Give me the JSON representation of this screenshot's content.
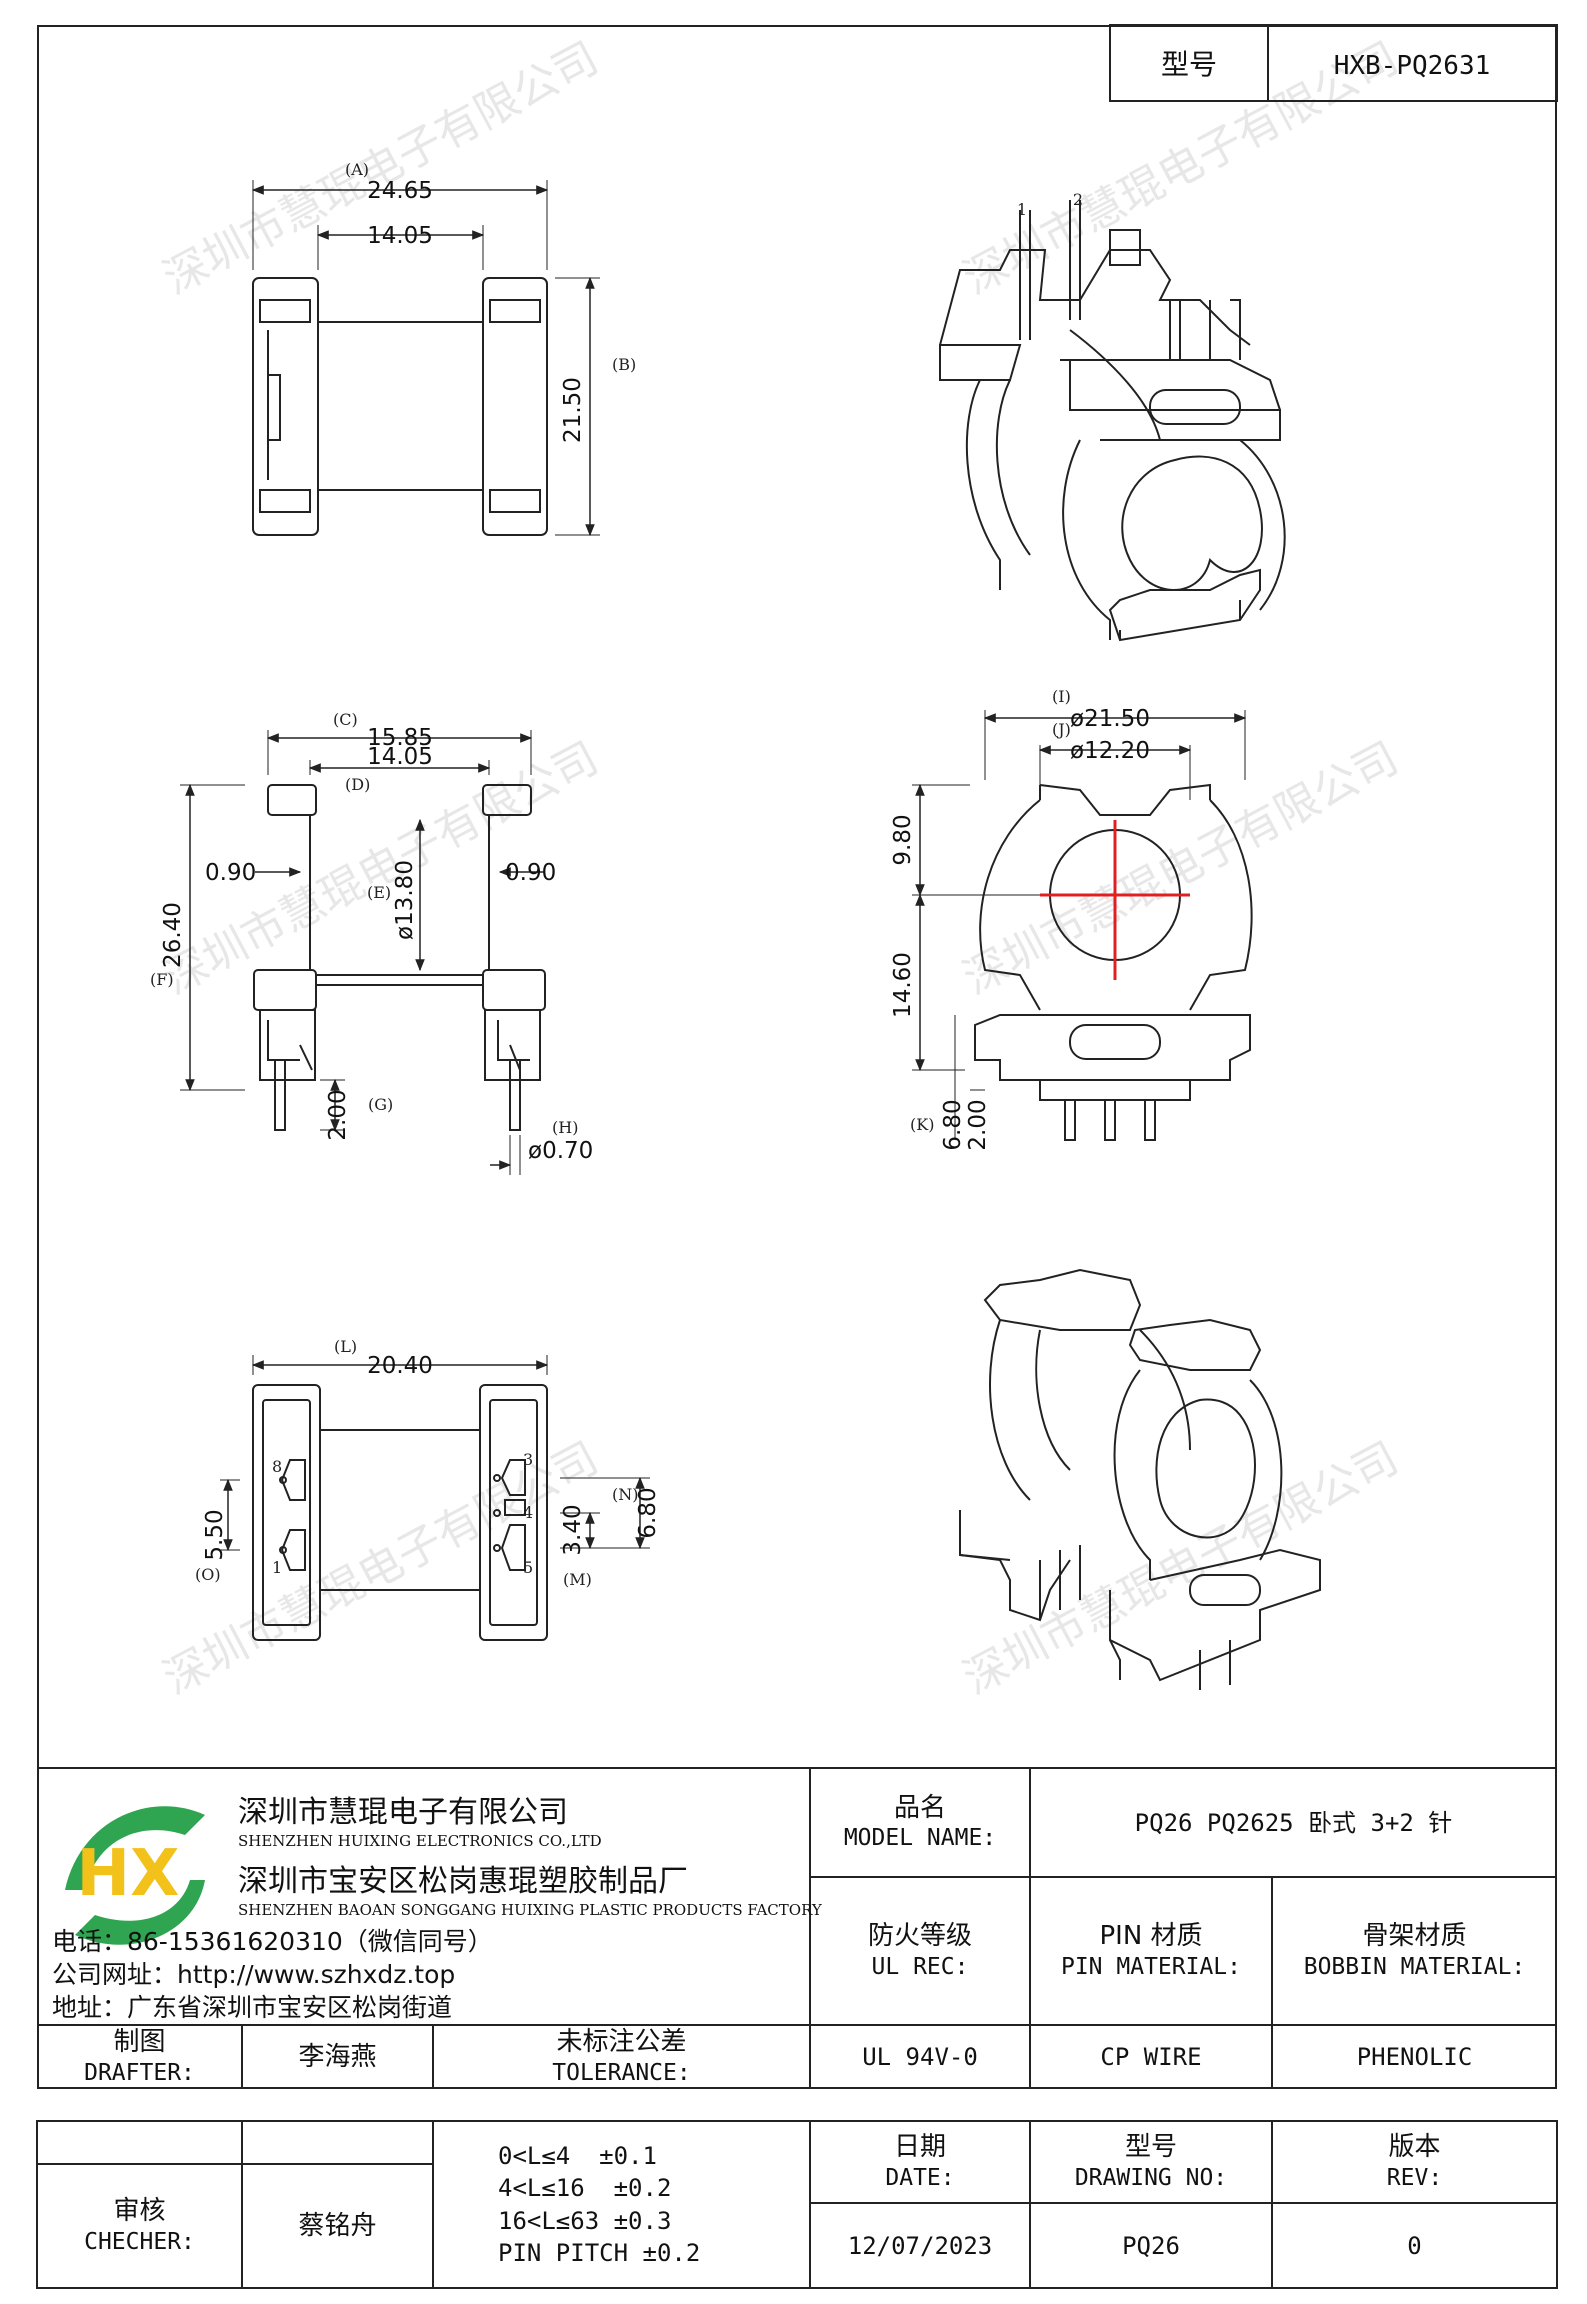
{
  "header": {
    "model_label": "型号",
    "model_value": "HXB-PQ2631"
  },
  "watermark": "深圳市慧琨电子有限公司",
  "dimensions": {
    "top_view": {
      "A_tag": "(A)",
      "A": "24.65",
      "inner": "14.05",
      "B_tag": "(B)",
      "B": "21.50"
    },
    "side_view": {
      "C_tag": "(C)",
      "C": "15.85",
      "D_tag": "(D)",
      "D": "14.05",
      "E_tag": "(E)",
      "E": "ø13.80",
      "F_tag": "(F)",
      "F": "26.40",
      "left_wall": "0.90",
      "right_wall": "0.90",
      "G_tag": "(G)",
      "G": "2.00",
      "H_tag": "(H)",
      "H": "ø0.70"
    },
    "front_view": {
      "I_tag": "(I)",
      "I": "ø21.50",
      "J_tag": "(J)",
      "J": "ø12.20",
      "upper": "9.80",
      "lower": "14.60",
      "K_tag": "(K)",
      "K1": "6.80",
      "K2": "2.00"
    },
    "bottom_view": {
      "L_tag": "(L)",
      "L": "20.40",
      "N_tag": "(N)",
      "N": "6.80",
      "M_tag": "(M)",
      "M": "3.40",
      "O_tag": "(O)",
      "O": "5.50",
      "pins": [
        "8",
        "1",
        "3",
        "4",
        "5"
      ]
    },
    "iso_top_pins": [
      "1",
      "2"
    ]
  },
  "company": {
    "logo": "HX",
    "name_cn": "深圳市慧琨电子有限公司",
    "name_en": "SHENZHEN HUIXING ELECTRONICS CO.,LTD",
    "factory_cn": "深圳市宝安区松岗惠琨塑胶制品厂",
    "factory_en": "SHENZHEN BAOAN SONGGANG HUIXING PLASTIC PRODUCTS FACTORY",
    "phone": "电话：86-15361620310（微信同号）",
    "website": "公司网址：http://www.szhxdz.top",
    "address": "地址：广东省深圳市宝安区松岗街道"
  },
  "title_block": {
    "product_name_cn": "品名",
    "product_name_en": "MODEL NAME:",
    "product_name_value": "PQ26 PQ2625 卧式 3+2 针",
    "ul_cn": "防火等级",
    "ul_en": "UL REC:",
    "pin_cn": "PIN 材质",
    "pin_en": "PIN MATERIAL:",
    "bobbin_cn": "骨架材质",
    "bobbin_en": "BOBBIN MATERIAL:",
    "ul_value": "UL 94V-0",
    "pin_value": "CP WIRE",
    "bobbin_value": "PHENOLIC",
    "drafter_cn": "制图",
    "drafter_en": "DRAFTER:",
    "drafter_value": "李海燕",
    "tolerance_cn": "未标注公差",
    "tolerance_en": "TOLERANCE:",
    "checker_cn": "审核",
    "checker_en": "CHECHER:",
    "checker_value": "蔡铭舟",
    "tolerances": [
      "0<L≤4  ±0.1",
      "4<L≤16  ±0.2",
      "16<L≤63 ±0.3",
      "PIN PITCH ±0.2"
    ],
    "date_cn": "日期",
    "date_en": "DATE:",
    "date_value": "12/07/2023",
    "drawing_cn": "型号",
    "drawing_en": "DRAWING NO:",
    "drawing_value": "PQ26",
    "rev_cn": "版本",
    "rev_en": "REV:",
    "rev_value": "0"
  }
}
